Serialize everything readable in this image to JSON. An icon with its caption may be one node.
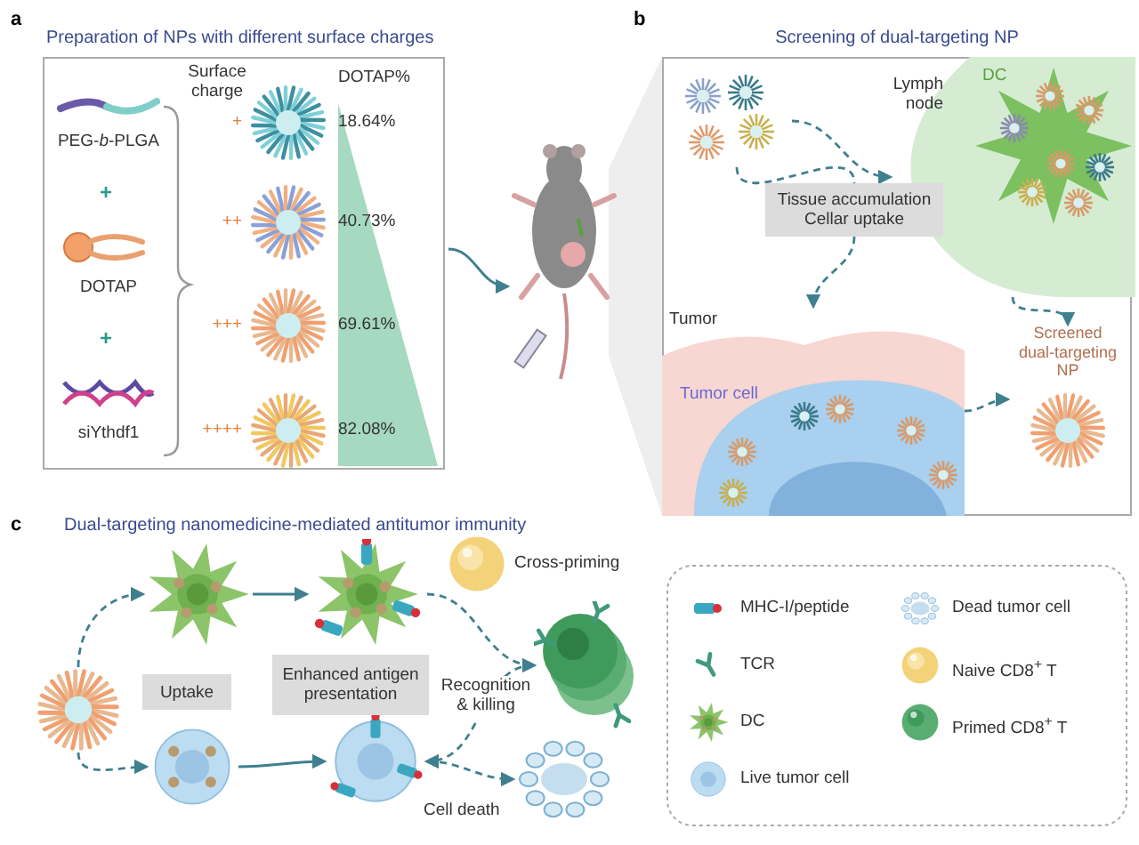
{
  "diagram": {
    "nodes": [
      {
        "text": [
          "Preparation of NPs with different surface charges"
        ]
      },
      {
        "text": [
          "PEG-*b*-PLGA"
        ],
        "in": 0
      },
      {
        "text": [
          "DOTAP"
        ],
        "in": 0
      },
      {
        "text": [
          "siYthdf1"
        ],
        "in": 0
      },
      {
        "text": [],
        "shape": "picture",
        "in": 0,
        "beside": [
          "+",
          "18.64%"
        ]
      },
      {
        "text": [],
        "shape": "picture",
        "in": 0,
        "beside": [
          "++",
          "40.73%"
        ]
      },
      {
        "text": [],
        "shape": "picture",
        "in": 0,
        "beside": [
          "+++",
          "69.61%"
        ]
      },
      {
        "text": [],
        "shape": "picture",
        "in": 0,
        "beside": [
          "++++",
          "82.08%"
        ]
      },
      {
        "text": [],
        "shape": "picture"
      },
      {
        "text": [
          "Screening of dual-targeting NP"
        ]
      },
      {
        "text": [],
        "shape": "picture",
        "in": 9
      },
      {
        "text": [
          "Lymph node",
          "DC"
        ],
        "in": 9
      },
      {
        "text": [
          "Tumor",
          "Tumor cell"
        ],
        "in": 9
      },
      {
        "text": [
          "Screened dual-targeting NP"
        ],
        "in": 9
      },
      {
        "text": [],
        "shape": "picture"
      },
      {
        "text": [],
        "shape": "picture"
      },
      {
        "text": [],
        "shape": "picture"
      },
      {
        "text": [],
        "shape": "picture",
        "beside": [
          "Cross-priming"
        ]
      },
      {
        "text": [],
        "shape": "picture"
      },
      {
        "text": [],
        "shape": "picture"
      },
      {
        "text": [],
        "shape": "picture"
      },
      {
        "text": [],
        "shape": "picture"
      },
      {
        "text": [
          "Uptake"
        ]
      },
      {
        "text": [
          "Enhanced antigen presentation"
        ]
      },
      {
        "text": [
          "Tissue accumulation Cellar uptake"
        ],
        "in": 9
      }
    ],
    "edges": [
      {
        "from": 0,
        "to": 8,
        "arrow": "to"
      },
      {
        "from": 10,
        "to": 11,
        "arrow": "to",
        "style": "dashed"
      },
      {
        "from": 10,
        "to": 24,
        "arrow": "none",
        "style": "dashed"
      },
      {
        "from": 24,
        "to": 12,
        "arrow": "to",
        "style": "dashed"
      },
      {
        "from": 11,
        "to": 13,
        "arrow": "to",
        "style": "dashed"
      },
      {
        "from": 12,
        "to": 13,
        "arrow": "to",
        "style": "dashed"
      },
      {
        "from": 14,
        "to": 15,
        "arrow": "to",
        "style": "dashed"
      },
      {
        "from": 14,
        "to": 19,
        "arrow": "to",
        "style": "dashed"
      },
      {
        "from": 15,
        "to": 16,
        "arrow": "to"
      },
      {
        "from": 16,
        "to": 18,
        "arrow": "to",
        "style": "dashed"
      },
      {
        "from": 19,
        "to": 20,
        "arrow": "to"
      },
      {
        "from": 18,
        "to": 20,
        "arrow": "to",
        "style": "dashed",
        "label": "Recognition & killing"
      },
      {
        "from": 20,
        "to": 21,
        "arrow": "to",
        "style": "dashed",
        "label": "Cell death"
      }
    ],
    "labels": [
      "a",
      "b",
      "c",
      "Surface charge",
      "DOTAP%",
      "+",
      "+",
      "Dual-targeting nanomedicine-mediated antitumor immunity"
    ],
    "legend": [
      {
        "text": "MHC-I/peptide"
      },
      {
        "text": "Dead tumor cell"
      },
      {
        "text": "TCR"
      },
      {
        "text": "Naive CD8$^{+}$ T"
      },
      {
        "text": "DC"
      },
      {
        "text": "Primed CD8$^{+}$ T"
      },
      {
        "text": "Live tumor cell"
      }
    ]
  }
}
